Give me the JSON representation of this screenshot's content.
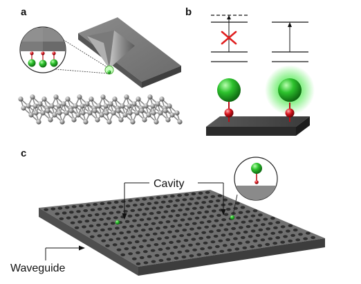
{
  "panels": {
    "a": {
      "letter": "a"
    },
    "b": {
      "letter": "b"
    },
    "c": {
      "letter": "c"
    }
  },
  "labels": {
    "cavity": "Cavity",
    "waveguide": "Waveguide"
  },
  "colors": {
    "atom_green": "#2dc22d",
    "defect_red": "#d8141d",
    "glow_green": "#3ee83e",
    "cross_red": "#e02020",
    "slab_gray": "#6f6f6f",
    "slab_dark": "#4a4a4a",
    "substrate_dark": "#3a3a3a"
  },
  "icons": {
    "blocked_transition": "red-x-icon",
    "allowed_transition": "arrow-up-icon"
  }
}
